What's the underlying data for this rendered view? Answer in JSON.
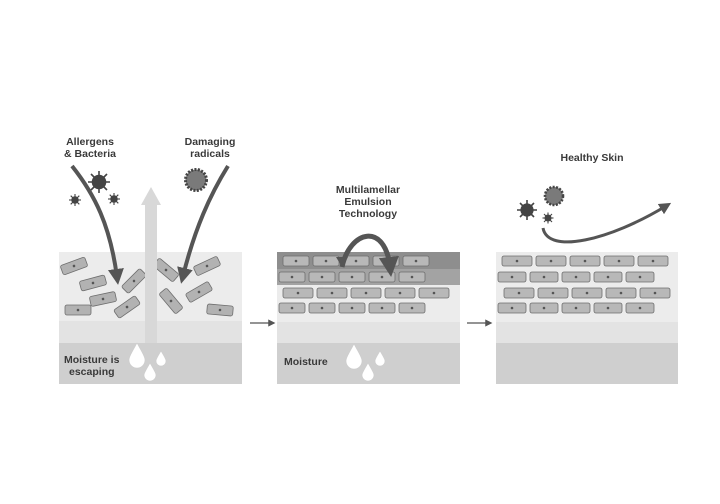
{
  "labels": {
    "allergens_line1": "Allergens",
    "allergens_line2": "& Bacteria",
    "radicals_line1": "Damaging",
    "radicals_line2": "radicals",
    "moisture_escaping_line1": "Moisture is",
    "moisture_escaping_line2": "escaping",
    "mle_line1": "Multilamellar",
    "mle_line2": "Emulsion",
    "mle_line3": "Technology",
    "moisture": "Moisture",
    "healthy_skin": "Healthy Skin"
  },
  "colors": {
    "background": "#ffffff",
    "skin_band_light": "#ececec",
    "skin_band_mid": "#e2e2e2",
    "dermis": "#cfcfcf",
    "barrier_layer": "#8e8e8e",
    "cell_fill": "#b2b2b2",
    "cell_stroke": "#6e6e6e",
    "arrow_dark": "#555555",
    "text": "#3a3a3a"
  },
  "icons": [
    "virus-icon",
    "water-drop-icon",
    "curved-arrow-icon",
    "right-arrow-icon"
  ]
}
